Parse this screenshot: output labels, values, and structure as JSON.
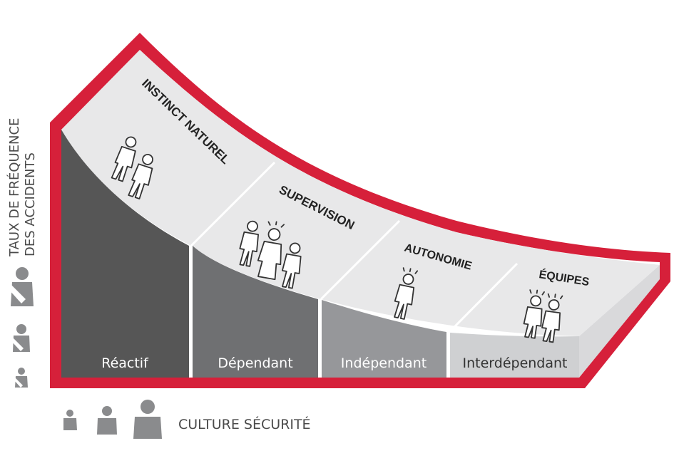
{
  "diagram": {
    "y_axis_label_line1": "TAUX DE FRÉQUENCE",
    "y_axis_label_line2": "DES ACCIDENTS",
    "x_axis_label": "CULTURE SÉCURITÉ",
    "frame_color": "#d6203a",
    "stages": [
      {
        "label": "INSTINCT NATUREL",
        "icon": "two-people-icon"
      },
      {
        "label": "SUPERVISION",
        "icon": "group-with-leader-icon"
      },
      {
        "label": "AUTONOMIE",
        "icon": "single-person-icon"
      },
      {
        "label": "ÉQUIPES",
        "icon": "team-pair-icon"
      }
    ],
    "bands": [
      {
        "label": "Réactif",
        "color": "#565656"
      },
      {
        "label": "Dépendant",
        "color": "#6f7072"
      },
      {
        "label": "Indépendant",
        "color": "#96979a"
      },
      {
        "label": "Interdépendant",
        "color": "#cfd0d2"
      }
    ]
  }
}
